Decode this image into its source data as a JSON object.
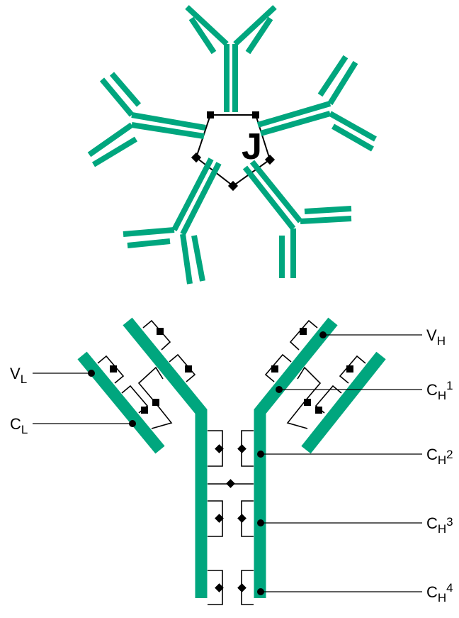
{
  "colors": {
    "chain": "#00a67e",
    "bond": "#000000",
    "background": "#ffffff"
  },
  "pentamer": {
    "j_chain_label": "J"
  },
  "domain_labels": {
    "vl": {
      "main": "V",
      "sub": "L",
      "sup": ""
    },
    "cl": {
      "main": "C",
      "sub": "L",
      "sup": ""
    },
    "vh": {
      "main": "V",
      "sub": "H",
      "sup": ""
    },
    "ch1": {
      "main": "C",
      "sub": "H",
      "sup": "1"
    },
    "ch2": {
      "main": "C",
      "sub": "H",
      "sup": "2"
    },
    "ch3": {
      "main": "C",
      "sub": "H",
      "sup": "3"
    },
    "ch4": {
      "main": "C",
      "sub": "H",
      "sup": "4"
    }
  }
}
